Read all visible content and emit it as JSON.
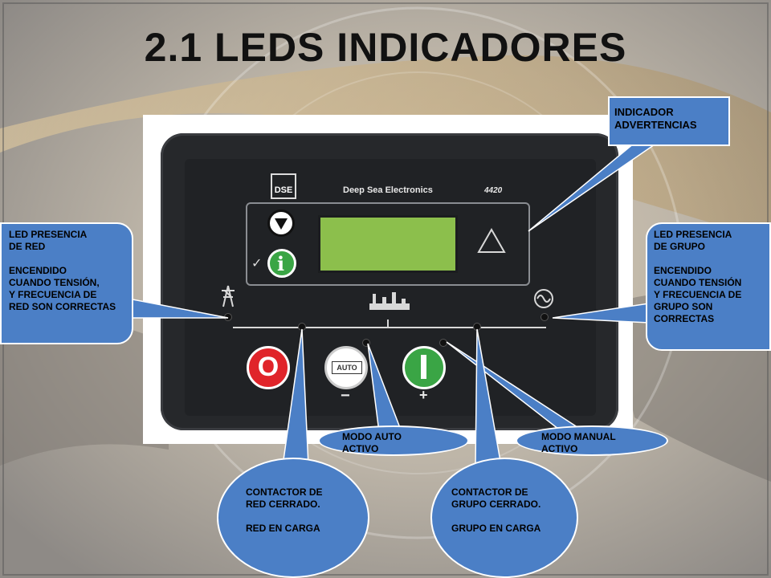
{
  "slide": {
    "title": "2.1 LEDS INDICADORES"
  },
  "device": {
    "logo_text": "DSE",
    "brand": "Deep Sea Electronics",
    "model": "4420",
    "auto_button_label": "AUTO",
    "minus_label": "−",
    "plus_label": "+"
  },
  "callouts": {
    "indicador": "INDICADOR\nADVERTENCIAS",
    "led_red": "LED PRESENCIA\nDE RED\n\nENCENDIDO\nCUANDO  TENSIÓN,\nY FRECUENCIA  DE\nRED SON CORRECTAS",
    "led_grupo": "LED PRESENCIA\nDE GRUPO\n\nENCENDIDO\nCUANDO TENSIÓN\nY FRECUENCIA DE\nGRUPO SON\nCORRECTAS",
    "modo_auto": "MODO AUTO\nACTIVO",
    "modo_manual": "MODO MANUAL\nACTIVO",
    "contactor_red": "CONTACTOR  DE\nRED CERRADO.\n\nRED EN CARGA",
    "contactor_grupo": "CONTACTOR  DE\nGRUPO CERRADO.\n\nGRUPO EN CARGA"
  },
  "colors": {
    "callout_fill": "#4b7fc6",
    "stop_button": "#e0242a",
    "start_button": "#3aa545",
    "lcd": "#8cbf4c"
  }
}
